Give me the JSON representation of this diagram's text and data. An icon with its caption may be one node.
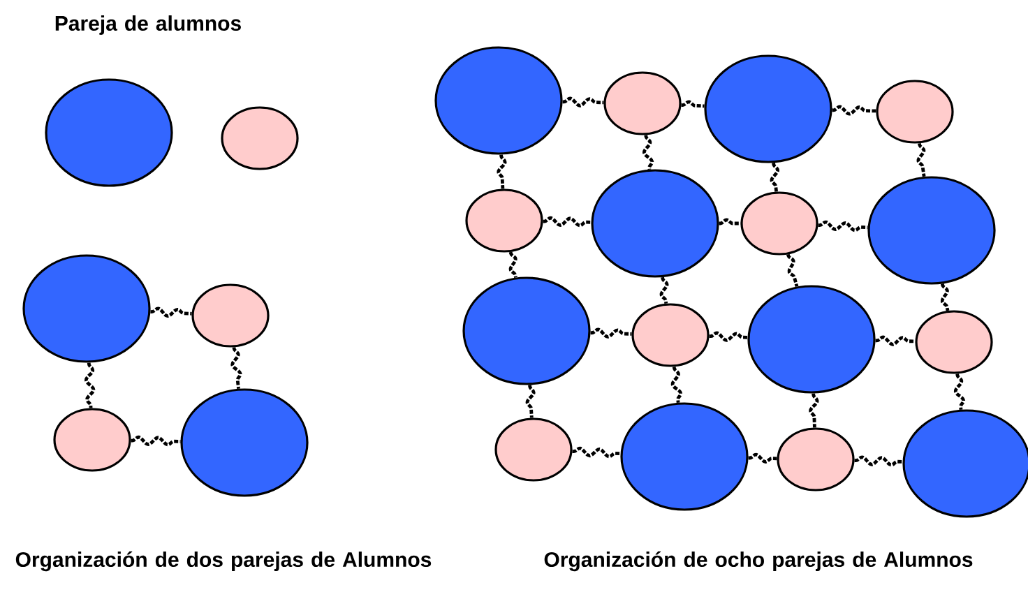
{
  "diagram": {
    "nodes": [
      {
        "text": [],
        "shape": "circle"
      },
      {
        "text": [],
        "shape": "circle"
      },
      {
        "text": [],
        "shape": "circle"
      },
      {
        "text": [],
        "shape": "circle"
      },
      {
        "text": [],
        "shape": "circle"
      },
      {
        "text": [],
        "shape": "circle"
      },
      {
        "text": [],
        "shape": "circle"
      },
      {
        "text": [],
        "shape": "circle"
      },
      {
        "text": [],
        "shape": "circle"
      },
      {
        "text": [],
        "shape": "circle"
      },
      {
        "text": [],
        "shape": "circle"
      },
      {
        "text": [],
        "shape": "circle"
      },
      {
        "text": [],
        "shape": "circle"
      },
      {
        "text": [],
        "shape": "circle"
      },
      {
        "text": [],
        "shape": "circle"
      },
      {
        "text": [],
        "shape": "circle"
      },
      {
        "text": [],
        "shape": "circle"
      },
      {
        "text": [],
        "shape": "circle"
      },
      {
        "text": [],
        "shape": "circle"
      },
      {
        "text": [],
        "shape": "circle"
      },
      {
        "text": [],
        "shape": "circle"
      },
      {
        "text": [],
        "shape": "circle"
      }
    ],
    "edges": [
      {
        "from": 2,
        "to": 3,
        "arrow": "none"
      },
      {
        "from": 3,
        "to": 5,
        "arrow": "none"
      },
      {
        "from": 2,
        "to": 4,
        "arrow": "none"
      },
      {
        "from": 4,
        "to": 5,
        "arrow": "none"
      },
      {
        "from": 6,
        "to": 7,
        "arrow": "none"
      },
      {
        "from": 7,
        "to": 8,
        "arrow": "none"
      },
      {
        "from": 8,
        "to": 9,
        "arrow": "none"
      },
      {
        "from": 6,
        "to": 10,
        "arrow": "none"
      },
      {
        "from": 7,
        "to": 11,
        "arrow": "none"
      },
      {
        "from": 8,
        "to": 12,
        "arrow": "none"
      },
      {
        "from": 9,
        "to": 13,
        "arrow": "none"
      },
      {
        "from": 10,
        "to": 11,
        "arrow": "none"
      },
      {
        "from": 11,
        "to": 12,
        "arrow": "none"
      },
      {
        "from": 12,
        "to": 13,
        "arrow": "none"
      },
      {
        "from": 10,
        "to": 14,
        "arrow": "none"
      },
      {
        "from": 11,
        "to": 15,
        "arrow": "none"
      },
      {
        "from": 12,
        "to": 16,
        "arrow": "none"
      },
      {
        "from": 13,
        "to": 17,
        "arrow": "none"
      },
      {
        "from": 14,
        "to": 15,
        "arrow": "none"
      },
      {
        "from": 15,
        "to": 16,
        "arrow": "none"
      },
      {
        "from": 16,
        "to": 17,
        "arrow": "none"
      },
      {
        "from": 14,
        "to": 18,
        "arrow": "none"
      },
      {
        "from": 15,
        "to": 19,
        "arrow": "none"
      },
      {
        "from": 16,
        "to": 20,
        "arrow": "none"
      },
      {
        "from": 17,
        "to": 21,
        "arrow": "none"
      },
      {
        "from": 18,
        "to": 19,
        "arrow": "none"
      },
      {
        "from": 19,
        "to": 20,
        "arrow": "none"
      },
      {
        "from": 20,
        "to": 21,
        "arrow": "none"
      }
    ],
    "labels": [
      "Pareja de alumnos",
      "Organización de dos parejas de Alumnos",
      "Organización de ocho  parejas de Alumnos"
    ]
  }
}
